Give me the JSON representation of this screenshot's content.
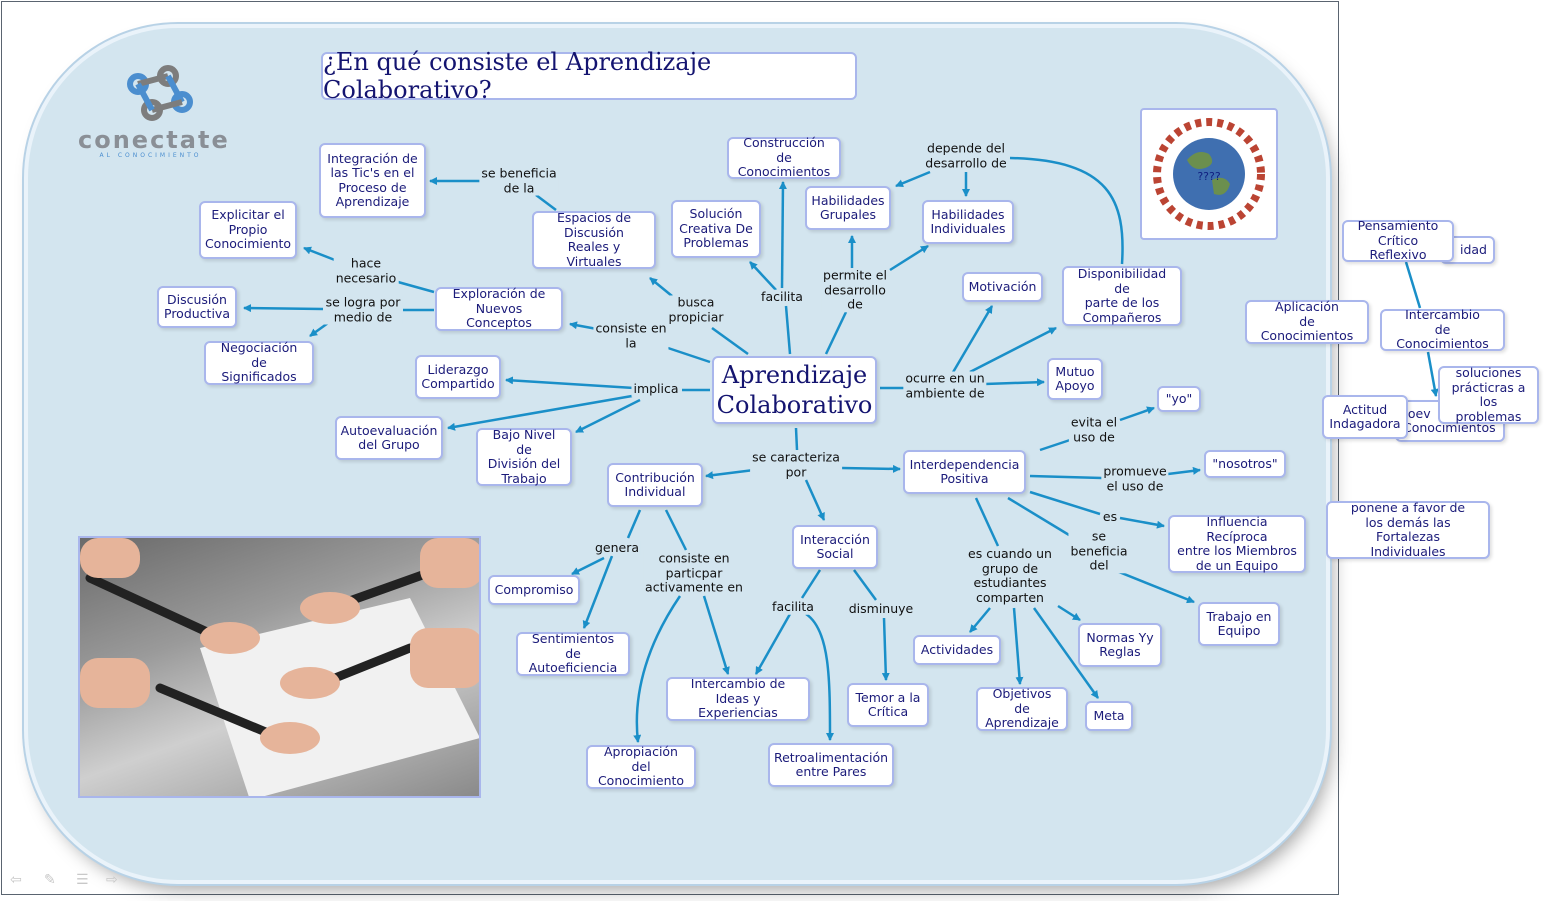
{
  "title": "¿En qué consiste el Aprendizaje Colaborativo?",
  "logo": {
    "name": "conectate",
    "subtitle": "AL CONOCIMIENTO"
  },
  "globe_caption": "????",
  "central": "Aprendizaje\nColaborativo",
  "concepts": {
    "integracion": "Integración de\nlas Tic's en el\nProceso de\nAprendizaje",
    "explicitar": "Explicitar el\nPropio\nConocimiento",
    "discusion": "Discusión\nProductiva",
    "negociacion": "Negociación de\nSignificados",
    "espacios": "Espacios de\nDiscusión\nReales y Virtuales",
    "solucion": "Solución\nCreativa De\nProblemas",
    "construccion": "Construcción de\nConocimientos",
    "hab_grupales": "Habilidades\nGrupales",
    "hab_individuales": "Habilidades\nIndividuales",
    "disponibilidad": "Disponibilidad de\nparte de los\nCompañeros",
    "motivacion": "Motivación",
    "mutuo": "Mutuo\nApoyo",
    "yo": "\"yo\"",
    "exploracion": "Exploración de\nNuevos Conceptos",
    "liderazgo": "Liderazgo\nCompartido",
    "autoevaluacion": "Autoevaluación\ndel Grupo",
    "bajo_nivel": "Bajo Nivel de\nDivisión del\nTrabajo",
    "contribucion": "Contribución\nIndividual",
    "interdependencia": "Interdependencia\nPositiva",
    "nosotros": "\"nosotros\"",
    "influencia": "Influencia Recíproca\nentre los Miembros\nde un Equipo",
    "trabajo_equipo": "Trabajo en\nEquipo",
    "interaccion": "Interacción\nSocial",
    "compromiso": "Compromiso",
    "sentimientos": "Sentimientos de\nAutoeficiencia",
    "intercambio_ideas": "Intercambio de\nIdeas y Experiencias",
    "temor": "Temor a la\nCrítica",
    "apropiacion": "Apropiación del\nConocimiento",
    "retroalimentacion": "Retroalimentación\nentre Pares",
    "actividades": "Actividades",
    "objetivos": "Objetivos de\nAprendizaje",
    "normas": "Normas Yy\nReglas",
    "meta": "Meta"
  },
  "linking_phrases": {
    "se_beneficia_de_la": "se beneficia\nde la",
    "hace_necesario": "hace\nnecesario",
    "se_logra": "se logra por\nmedio de",
    "busca": "busca\npropiciar",
    "facilita_top": "facilita",
    "permite": "permite el\ndesarrollo\nde",
    "depende": "depende del\ndesarrollo de",
    "consiste_la": "consiste en\nla",
    "implica": "implica",
    "ocurre": "ocurre en un\nambiente de",
    "evita": "evita el\nuso de",
    "caracteriza": "se caracteriza\npor",
    "promueve": "promueve\nel uso de",
    "es": "es",
    "se_beneficia_del": "se\nbeneficia\ndel",
    "genera": "genera",
    "consiste_participar": "consiste en\nparticpar\nactivamente en",
    "facilita_bottom": "facilita",
    "disminuye": "disminuye",
    "es_cuando": "es cuando un\ngrupo de\nestudiantes\ncomparten"
  },
  "offpanel": {
    "idad": "idad",
    "pensamiento": "Pensamiento\nCrítico Reflexivo",
    "aplicacion": "Aplicación\nde Conocimientos",
    "intercambio_con": "Intercambio\nde Conocimientos",
    "autoev": "toev\nConocimientos",
    "actitud": "Actitud\nIndagadora",
    "soluciones": "soluciones\nprácticras a\nlos problemas",
    "ponene": "ponene a favor de\nlos demás las Fortalezas\nIndividuales"
  },
  "colors": {
    "panel": "#d3e5ef",
    "line": "#1a8fc8",
    "node_border": "#a9b6ec",
    "text": "#1b1b7a"
  }
}
